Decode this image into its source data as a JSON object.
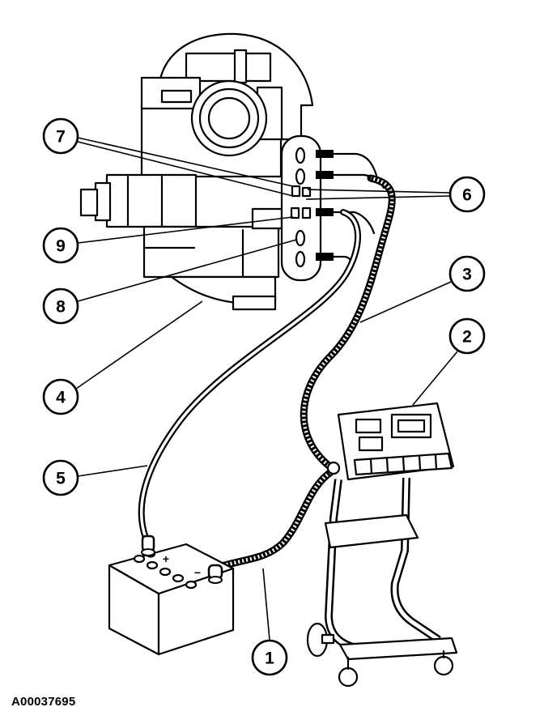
{
  "figure_id": "A00037695",
  "callouts": {
    "c1": "1",
    "c2": "2",
    "c3": "3",
    "c4": "4",
    "c5": "5",
    "c6": "6",
    "c7": "7",
    "c8": "8",
    "c9": "9"
  },
  "battery": {
    "positive": "+",
    "negative": "−"
  }
}
